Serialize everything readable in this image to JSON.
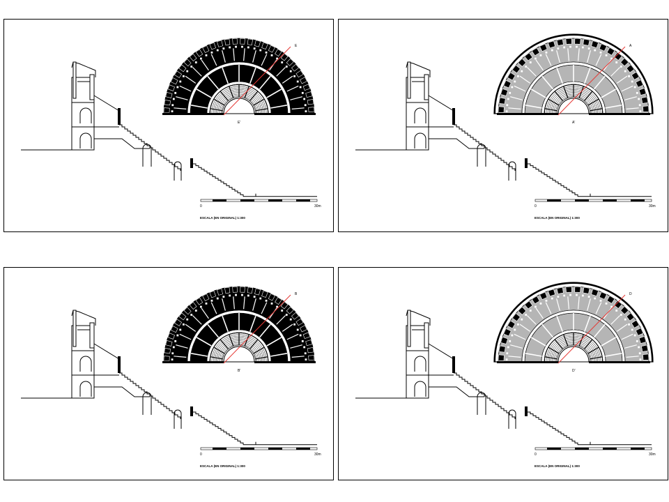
{
  "panels": [
    {
      "id": "top-left",
      "cut_start": "E",
      "cut_end": "E'",
      "variant": "black",
      "scale": {
        "start": "0",
        "end": "30m",
        "caption": "ESCALA (EN ORIGINAL) 1:300"
      }
    },
    {
      "id": "top-right",
      "cut_start": "A",
      "cut_end": "A'",
      "variant": "grey",
      "scale": {
        "start": "0",
        "end": "30m",
        "caption": "ESCALA (EN ORIGINAL) 1:300"
      }
    },
    {
      "id": "bottom-left",
      "cut_start": "B",
      "cut_end": "B'",
      "variant": "black",
      "scale": {
        "start": "0",
        "end": "30m",
        "caption": "ESCALA (EN ORIGINAL) 1:300"
      }
    },
    {
      "id": "bottom-right",
      "cut_start": "D",
      "cut_end": "D'",
      "variant": "grey",
      "scale": {
        "start": "0",
        "end": "30m",
        "caption": "ESCALA (EN ORIGINAL) 1:300"
      }
    }
  ],
  "colors": {
    "line": "#000000",
    "cut_line": "#e53935",
    "seating_grey": "#b5b5b5",
    "background": "#ffffff"
  }
}
